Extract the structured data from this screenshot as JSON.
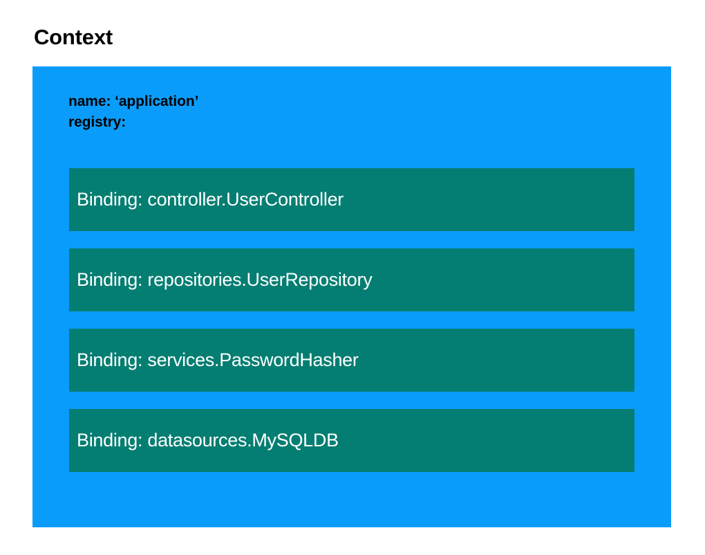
{
  "slide": {
    "title": "Context",
    "background_color": "#ffffff"
  },
  "context_panel": {
    "background_color": "#0a9cfb",
    "properties": [
      {
        "label": "name: ‘application’"
      },
      {
        "label": "registry:"
      }
    ],
    "registry": {
      "box_color": "#047e72",
      "text_color": "#ffffff",
      "bindings": [
        {
          "label": "Binding: controller.UserController"
        },
        {
          "label": "Binding: repositories.UserRepository"
        },
        {
          "label": "Binding: services.PasswordHasher"
        },
        {
          "label": "Binding: datasources.MySQLDB"
        }
      ]
    }
  }
}
